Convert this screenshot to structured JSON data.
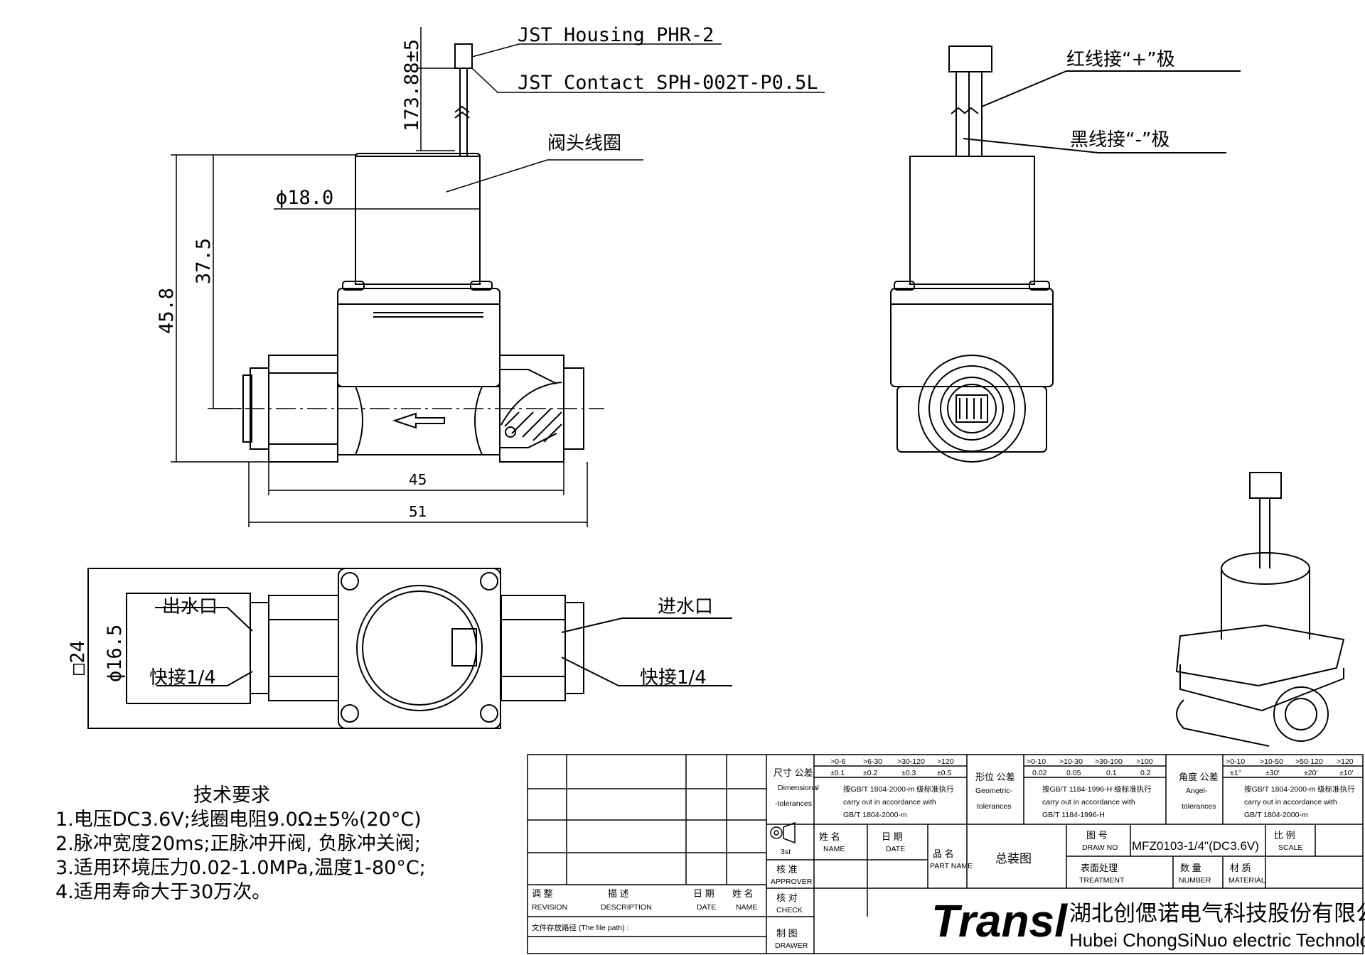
{
  "labels": {
    "jst_housing": "JST Housing PHR-2",
    "jst_contact": "JST Contact SPH-002T-P0.5L",
    "lead_length": "173.88±5",
    "coil": "阀头线圈",
    "coil_dia": "ϕ18.0",
    "h_37_5": "37.5",
    "h_45_8": "45.8",
    "w_45": "45",
    "w_51": "51",
    "red_wire": "红线接“+”极",
    "black_wire": "黑线接“-”极",
    "outlet": "出水口",
    "inlet": "进水口",
    "quick_left": "快接1/4",
    "quick_right": "快接1/4",
    "dia_16_5": "ϕ16.5",
    "sq_24": "□24"
  },
  "notes": {
    "title": "技术要求",
    "items": [
      "1.电压DC3.6V;线圈电阻9.0Ω±5%(20°C)",
      "2.脉冲宽度20ms;正脉冲开阀, 负脉冲关阀;",
      "3.适用环境压力0.02-1.0MPa,温度1-80°C;",
      "4.适用寿命大于30万次。"
    ]
  },
  "title_block": {
    "revision_cn": "调 整",
    "revision_en": "REVISION",
    "description_cn": "描 述",
    "description_en": "DESCRIPTION",
    "date_cn": "日 期",
    "date_en": "DATE",
    "name_cn": "姓 名",
    "name_en": "NAME",
    "file_path": "文件存放路径 (The file path) :",
    "dim_tol_cn": "尺寸 公差",
    "dim_tol_en1": "Dimensional",
    "dim_tol_en2": "-tolerances",
    "dim_ranges": [
      ">0-6",
      ">6-30",
      ">30-120",
      ">120"
    ],
    "dim_values": [
      "±0.1",
      "±0.2",
      "±0.3",
      "±0.5"
    ],
    "dim_std": "按GB/T 1804-2000-m 级标准执行",
    "dim_std2": "carry out in accordance with",
    "dim_std3": "GB/T 1804-2000-m",
    "geo_tol_cn": "形位 公差",
    "geo_tol_en1": "Geometric-",
    "geo_tol_en2": "tolerances",
    "geo_ranges": [
      ">0-10",
      ">10-30",
      ">30-100",
      ">100"
    ],
    "geo_values": [
      "0.02",
      "0.05",
      "0.1",
      "0.2"
    ],
    "geo_std": "按GB/T 1184-1996-H 级标准执行",
    "geo_std2": "carry out in accordance with",
    "geo_std3": "GB/T 1184-1996-H",
    "ang_tol_cn": "角度 公差",
    "ang_tol_en1": "Angel-",
    "ang_tol_en2": "tolerances",
    "ang_ranges": [
      ">0-10",
      ">10-50",
      ">50-120",
      ">120"
    ],
    "ang_values": [
      "±1°",
      "±30'",
      "±20'",
      "±10'"
    ],
    "ang_std": "按GB/T 1804-2000-m 级标准执行",
    "ang_std2": "carry out in accordance with",
    "ang_std3": "GB/T 1804-2000-m",
    "projection": "3st",
    "approver_cn": "核 准",
    "approver_en": "APPROVER",
    "check_cn": "核 对",
    "check_en": "CHECK",
    "drawer_cn": "制 图",
    "drawer_en": "DRAWER",
    "name_hdr_cn": "姓 名",
    "name_hdr_en": "NAME",
    "date_hdr_cn": "日 期",
    "date_hdr_en": "DATE",
    "part_name_cn": "品 名",
    "part_name_en": "PART NAME",
    "part_name_value": "总装图",
    "drawing_no_cn": "图 号",
    "drawing_no_en": "DRAW NO",
    "drawing_no_value": "MFZ0103-1/4\"(DC3.6V)",
    "scale_cn": "比 例",
    "scale_en": "SCALE",
    "treatment_cn": "表面处理",
    "treatment_en": "TREATMENT",
    "number_cn": "数 量",
    "number_en": "NUMBER",
    "material_cn": "材 质",
    "material_en": "MATERIAL",
    "brand": "Transl",
    "company_cn": "湖北创偲诺电气科技股份有限公司",
    "company_en": "Hubei ChongSiNuo electric Technology Corp."
  }
}
